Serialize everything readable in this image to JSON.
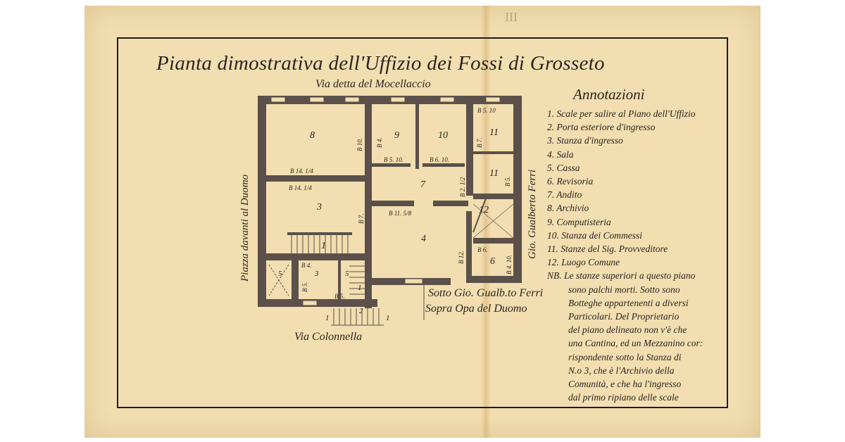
{
  "title": "Pianta dimostrativa dell'Uffizio dei Fossi di Grosseto",
  "shelf_mark": "III",
  "streets": {
    "top": "Via detta del Mocellaccio",
    "left": "Piazza davanti al Duomo",
    "right": "Gio. Gualberto Ferri",
    "bottom": "Via Colonnella",
    "below_line1": "Sotto Gio. Gualb.to Ferri",
    "below_line2": "Sopra Opa del Duomo"
  },
  "rooms": [
    "8",
    "9",
    "10",
    "11",
    "11",
    "7",
    "3",
    "1",
    "4",
    "12",
    "6",
    "5",
    "3",
    "5",
    "1",
    "2",
    "1",
    "1"
  ],
  "dimensions": [
    "B 14. 1/4",
    "B 14. 1/4",
    "B 10.",
    "B 4.",
    "B 5. 10.",
    "B 6. 10.",
    "B 5. 10",
    "B 7.",
    "B 5.",
    "B 2. 1/2",
    "B 11. 5/8",
    "B 7.",
    "B 12.",
    "B 6.",
    "B 4. 10.",
    "B 4.",
    "B 5.",
    "B 5."
  ],
  "annotations": {
    "heading": "Annotazioni",
    "items": [
      "1. Scale per salire al Piano dell'Uffizio",
      "2. Porta esteriore d'ingresso",
      "3. Stanza d'ingresso",
      "4. Sala",
      "5. Cassa",
      "6. Revisoria",
      "7. Andito",
      "8. Archivio",
      "9. Computisteria",
      "10. Stanza dei Commessi",
      "11. Stanze del Sig. Provveditore",
      "12. Luogo Comune"
    ],
    "note_lines": [
      "NB. Le stanze superiori a questo piano",
      "sono palchi morti. Sotto sono",
      "Botteghe appartenenti a diversi",
      "Particolari. Del Proprietario",
      "del piano delineato non v'è che",
      "una Cantina, ed un Mezzanino cor:",
      "rispondente sotto la Stanza di",
      "N.o 3, che è l'Archivio della",
      "Comunità, e che ha l'ingresso",
      "dal primo ripiano delle scale"
    ]
  },
  "colors": {
    "paper": "#f2deb0",
    "ink": "#2a2420",
    "wall": "#5b504a"
  }
}
